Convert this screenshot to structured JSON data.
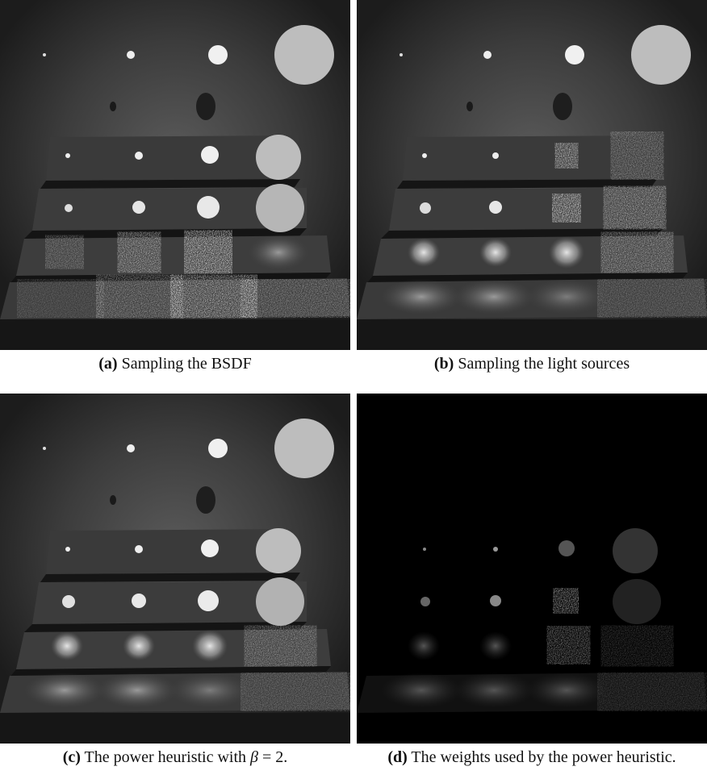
{
  "figure": {
    "panels": [
      {
        "id": "a",
        "tag": "(a)",
        "caption": "Sampling the BSDF",
        "image_description_icon": "render-bsdf-sampling"
      },
      {
        "id": "b",
        "tag": "(b)",
        "caption": "Sampling the light sources",
        "image_description_icon": "render-light-sampling"
      },
      {
        "id": "c",
        "tag": "(c)",
        "caption_pre": "The power heuristic with ",
        "caption_math": "β",
        "caption_post": " = 2.",
        "image_description_icon": "render-power-heuristic"
      },
      {
        "id": "d",
        "tag": "(d)",
        "caption": "The weights used by the power heuristic.",
        "image_description_icon": "render-weights"
      }
    ]
  }
}
